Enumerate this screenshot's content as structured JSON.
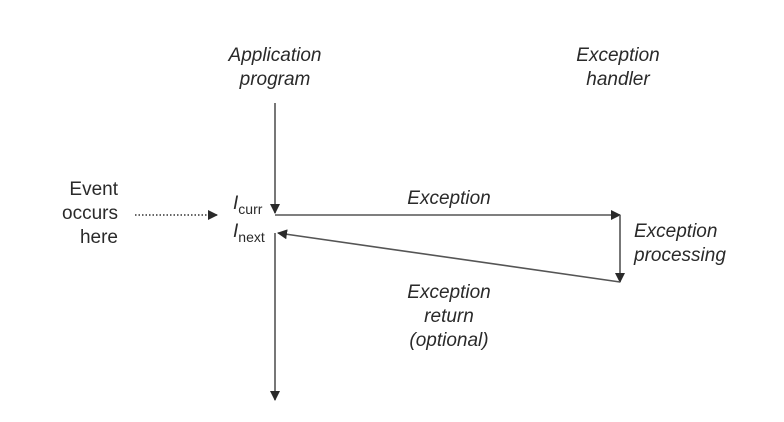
{
  "labels": {
    "application_program": [
      "Application",
      "program"
    ],
    "exception_handler": [
      "Exception",
      "handler"
    ],
    "event": [
      "Event",
      "occurs",
      "here"
    ],
    "i_curr": {
      "base": "I",
      "sub": "curr"
    },
    "i_next": {
      "base": "I",
      "sub": "next"
    },
    "exception": "Exception",
    "exception_processing": [
      "Exception",
      "processing"
    ],
    "exception_return": [
      "Exception",
      "return",
      "(optional)"
    ]
  },
  "colors": {
    "line": "#3a3a3a",
    "text": "#2a2a2a"
  }
}
